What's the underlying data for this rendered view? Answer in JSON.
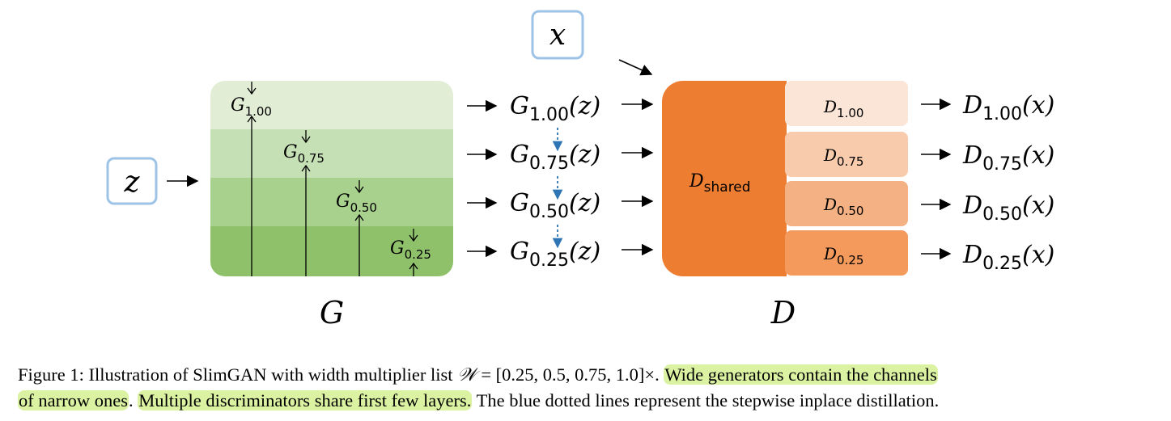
{
  "diagram": {
    "inputs": {
      "z": "z",
      "x": "x"
    },
    "generator": {
      "label": "G",
      "levels": [
        {
          "base": "G",
          "sub": "1.00",
          "fill": "#e2edd6"
        },
        {
          "base": "G",
          "sub": "0.75",
          "fill": "#c5e0b4"
        },
        {
          "base": "G",
          "sub": "0.50",
          "fill": "#a9d18e"
        },
        {
          "base": "G",
          "sub": "0.25",
          "fill": "#8fc16b"
        }
      ],
      "outputs": [
        {
          "base": "G",
          "sub": "1.00",
          "arg": "(z)"
        },
        {
          "base": "G",
          "sub": "0.75",
          "arg": "(z)"
        },
        {
          "base": "G",
          "sub": "0.50",
          "arg": "(z)"
        },
        {
          "base": "G",
          "sub": "0.25",
          "arg": "(z)"
        }
      ]
    },
    "discriminator": {
      "label": "D",
      "shared": {
        "base": "D",
        "sub": "shared",
        "fill": "#ed7d31"
      },
      "heads": [
        {
          "base": "D",
          "sub": "1.00",
          "fill": "#fbe5d6"
        },
        {
          "base": "D",
          "sub": "0.75",
          "fill": "#f8cbad"
        },
        {
          "base": "D",
          "sub": "0.50",
          "fill": "#f4b183"
        },
        {
          "base": "D",
          "sub": "0.25",
          "fill": "#f39a5c"
        }
      ],
      "outputs": [
        {
          "base": "D",
          "sub": "1.00",
          "arg": "(x)"
        },
        {
          "base": "D",
          "sub": "0.75",
          "arg": "(x)"
        },
        {
          "base": "D",
          "sub": "0.50",
          "arg": "(x)"
        },
        {
          "base": "D",
          "sub": "0.25",
          "arg": "(x)"
        }
      ]
    },
    "colors": {
      "input_box_border": "#9dc3e6",
      "distill_arrow": "#2e75b6"
    }
  },
  "caption": {
    "prefix": "Figure 1: Illustration of SlimGAN with width multiplier list ",
    "math_symbol": "𝒲",
    "math_rest": " = [0.25, 0.5, 0.75, 1.0]×. ",
    "highlight1": "Wide generators contain the channels",
    "highlight2": "of narrow ones",
    "sep": ". ",
    "highlight3": "Multiple discriminators share first few layers.",
    "suffix": " The blue dotted lines represent the stepwise inplace distillation.",
    "highlight_color": "#cdee82"
  }
}
